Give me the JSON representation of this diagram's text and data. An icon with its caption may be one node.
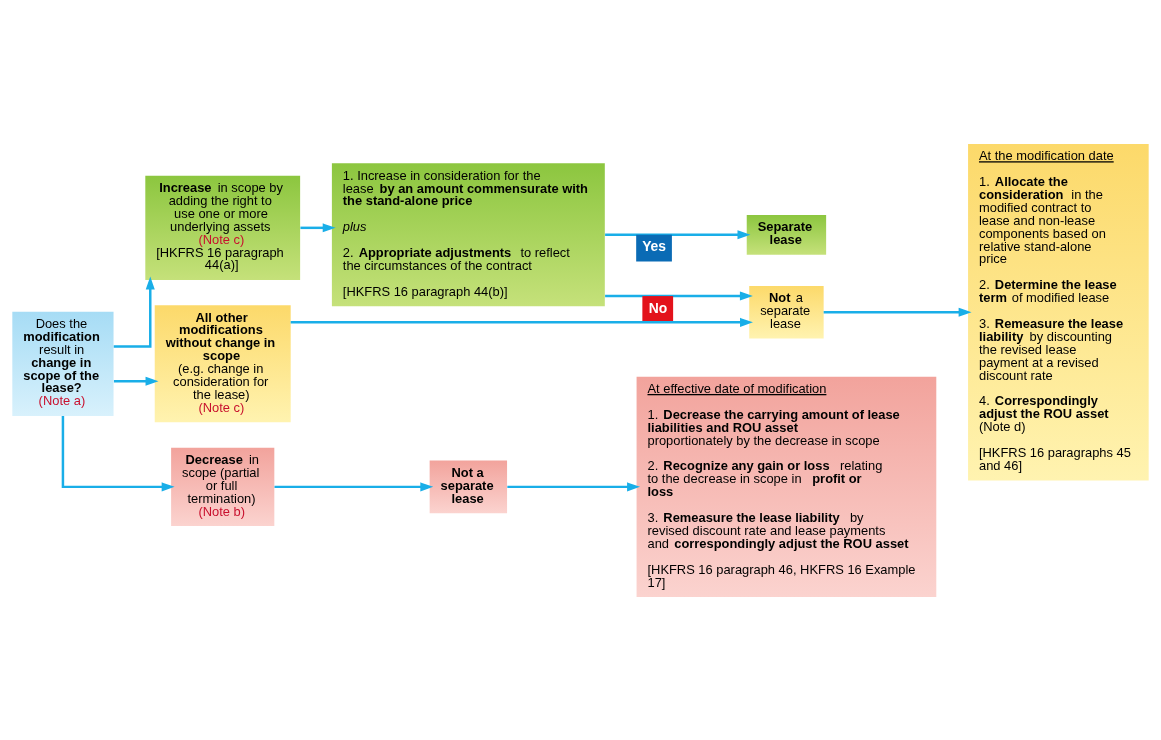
{
  "diagram": {
    "nodes": [
      {
        "text": [
          "Does the **modification** result in **change in scope of the lease?**",
          "(Note a)"
        ]
      },
      {
        "text": [
          "**Increase** in scope by adding the right to use one or more underlying assets",
          "(Note c)",
          "[HKFRS 16 paragraph 44(a)]"
        ]
      },
      {
        "text": [
          "1. Increase in consideration for the lease **by an amount commensurate with the stand-alone price**",
          "*plus*",
          "2. **Appropriate adjustments** to reflect the circumstances of the contract",
          "[HKFRS 16 paragraph 44(b)]"
        ]
      },
      {
        "text": [
          "Separate lease"
        ]
      },
      {
        "text": [
          "**Not** a separate lease"
        ]
      },
      {
        "text": [
          "At the modification date",
          "1. **Allocate the consideration** in the modified contract to lease and non-lease components based on relative stand-alone price",
          "2. **Determine the lease term** of modified lease",
          "3. **Remeasure the lease liability** by discounting the revised lease payment at a revised discount rate",
          "4. **Correspondingly adjust the ROU asset** (Note d)",
          "[HKFRS 16 paragraphs 45 and 46]"
        ]
      },
      {
        "text": [
          "All other modifications without change in scope",
          "(e.g. change in consideration for the lease)",
          "(Note c)"
        ]
      },
      {
        "text": [
          "**Decrease** in scope (partial or full termination)",
          "(Note b)"
        ]
      },
      {
        "text": [
          "Not a separate lease"
        ]
      },
      {
        "text": [
          "At effective date of modification",
          "1. **Decrease the carrying amount of lease liabilities and ROU asset** proportionately by the decrease in scope",
          "2. **Recognize any gain or loss** relating to the decrease in scope in **profit or loss**",
          "3. **Remeasure the lease liability** by revised discount rate and lease payments and **correspondingly adjust the ROU asset**",
          "[HKFRS 16 paragraph 46, HKFRS 16 Example 17]"
        ]
      }
    ],
    "edges": [
      {
        "from": 0,
        "to": 1,
        "arrow": "to"
      },
      {
        "from": 0,
        "to": 6,
        "arrow": "to"
      },
      {
        "from": 0,
        "to": 7,
        "arrow": "to"
      },
      {
        "from": 1,
        "to": 2,
        "arrow": "to"
      },
      {
        "from": 2,
        "to": 3,
        "arrow": "to",
        "label": "Yes"
      },
      {
        "from": 2,
        "to": 4,
        "arrow": "to",
        "label": "No"
      },
      {
        "from": 6,
        "to": 4,
        "arrow": "to"
      },
      {
        "from": 4,
        "to": 5,
        "arrow": "to"
      },
      {
        "from": 7,
        "to": 8,
        "arrow": "to"
      },
      {
        "from": 8,
        "to": 9,
        "arrow": "to"
      }
    ]
  }
}
